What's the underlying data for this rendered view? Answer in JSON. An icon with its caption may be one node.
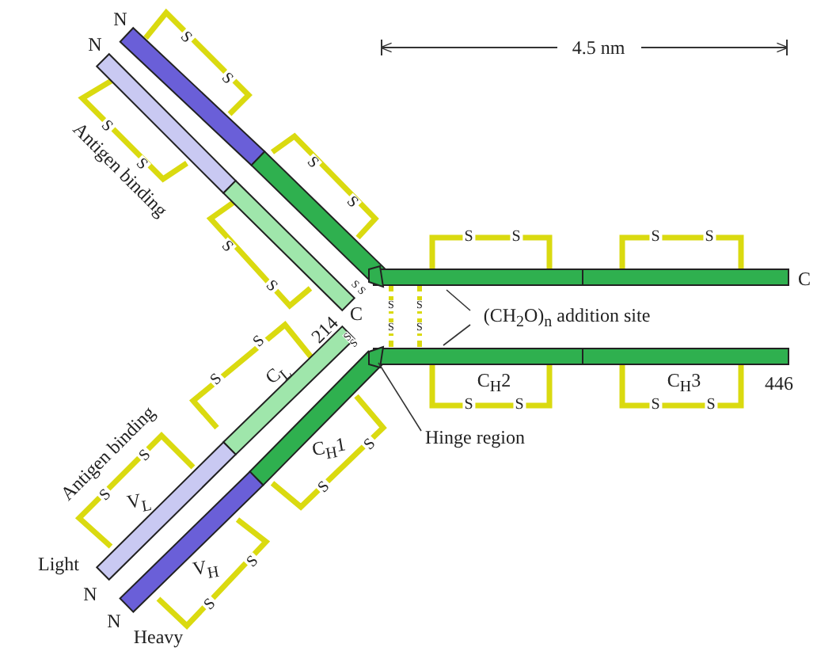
{
  "diagram": {
    "nodes": [
      {
        "text": [
          "(CH$_{2}$O)$_{n}$ addition site"
        ]
      },
      {
        "text": [
          "Hinge region"
        ]
      },
      {
        "text": [],
        "shape": "box"
      }
    ],
    "edges": [
      {
        "from": 0,
        "to": null,
        "arrow": "none"
      },
      {
        "from": 0,
        "to": null,
        "arrow": "none"
      },
      {
        "from": 1,
        "to": 2,
        "arrow": "none"
      }
    ],
    "labels": [
      "N",
      "N",
      "S",
      "S",
      "4.5 nm",
      "S",
      "S",
      "Antigen binding",
      "S",
      "S",
      "S",
      "S",
      "S",
      "S",
      "C",
      "S",
      "S",
      "S",
      "S",
      "C",
      "S",
      "S",
      "S",
      "S",
      "214",
      "S",
      "S",
      "C$_{L}$",
      "S",
      "S",
      "C$_{H}$2",
      "C$_{H}$3",
      "446",
      "C$_{H}$1",
      "S",
      "S",
      "S",
      "S",
      "S",
      "S",
      "Antigen binding",
      "S",
      "S",
      "V$_{L}$",
      "Light",
      "V$_{H}$",
      "S",
      "S",
      "N",
      "N",
      "Heavy"
    ]
  }
}
